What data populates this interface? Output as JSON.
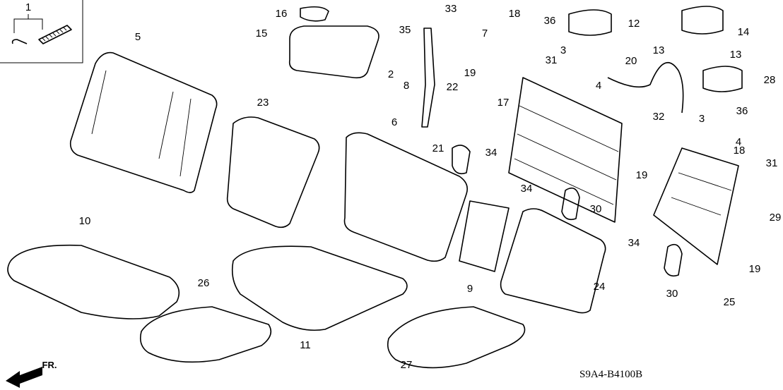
{
  "diagram": {
    "labels": [
      "1",
      "5",
      "16",
      "15",
      "33",
      "35",
      "2",
      "8",
      "22",
      "18",
      "36",
      "7",
      "31",
      "3",
      "12",
      "14",
      "13",
      "13",
      "20",
      "4",
      "19",
      "17",
      "28",
      "36",
      "3",
      "32",
      "4",
      "18",
      "31",
      "23",
      "6",
      "21",
      "34",
      "19",
      "34",
      "30",
      "29",
      "10",
      "34",
      "30",
      "9",
      "24",
      "25",
      "26",
      "11",
      "19",
      "27"
    ],
    "direction_label": "FR.",
    "diagram_code": "S9A4-B4100B"
  }
}
